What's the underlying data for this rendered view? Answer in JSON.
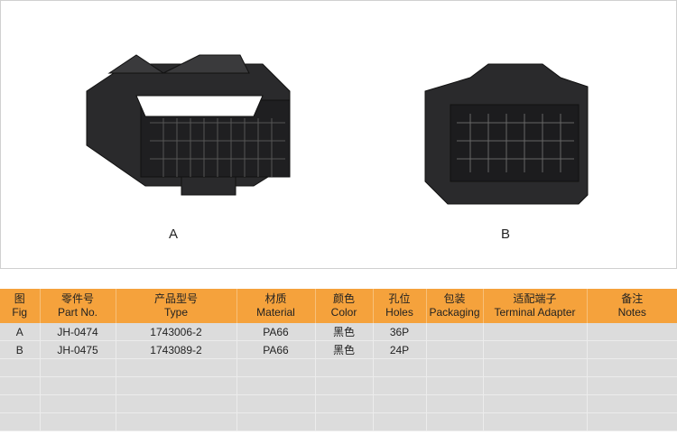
{
  "figures": {
    "a_label": "A",
    "b_label": "B"
  },
  "table": {
    "headers": [
      {
        "zh": "图",
        "en": "Fig"
      },
      {
        "zh": "零件号",
        "en": "Part No."
      },
      {
        "zh": "产品型号",
        "en": "Type"
      },
      {
        "zh": "材质",
        "en": "Material"
      },
      {
        "zh": "颜色",
        "en": "Color"
      },
      {
        "zh": "孔位",
        "en": "Holes"
      },
      {
        "zh": "包装",
        "en": "Packaging"
      },
      {
        "zh": "适配端子",
        "en": "Terminal Adapter"
      },
      {
        "zh": "备注",
        "en": "Notes"
      }
    ],
    "rows": [
      [
        "A",
        "JH-0474",
        "1743006-2",
        "PA66",
        "黑色",
        "36P",
        "",
        "",
        ""
      ],
      [
        "B",
        "JH-0475",
        "1743089-2",
        "PA66",
        "黑色",
        "24P",
        "",
        "",
        ""
      ],
      [
        "",
        "",
        "",
        "",
        "",
        "",
        "",
        "",
        ""
      ],
      [
        "",
        "",
        "",
        "",
        "",
        "",
        "",
        "",
        ""
      ],
      [
        "",
        "",
        "",
        "",
        "",
        "",
        "",
        "",
        ""
      ],
      [
        "",
        "",
        "",
        "",
        "",
        "",
        "",
        "",
        ""
      ]
    ]
  },
  "colors": {
    "header": "#f5a23c",
    "row": "#dcdcdc"
  }
}
